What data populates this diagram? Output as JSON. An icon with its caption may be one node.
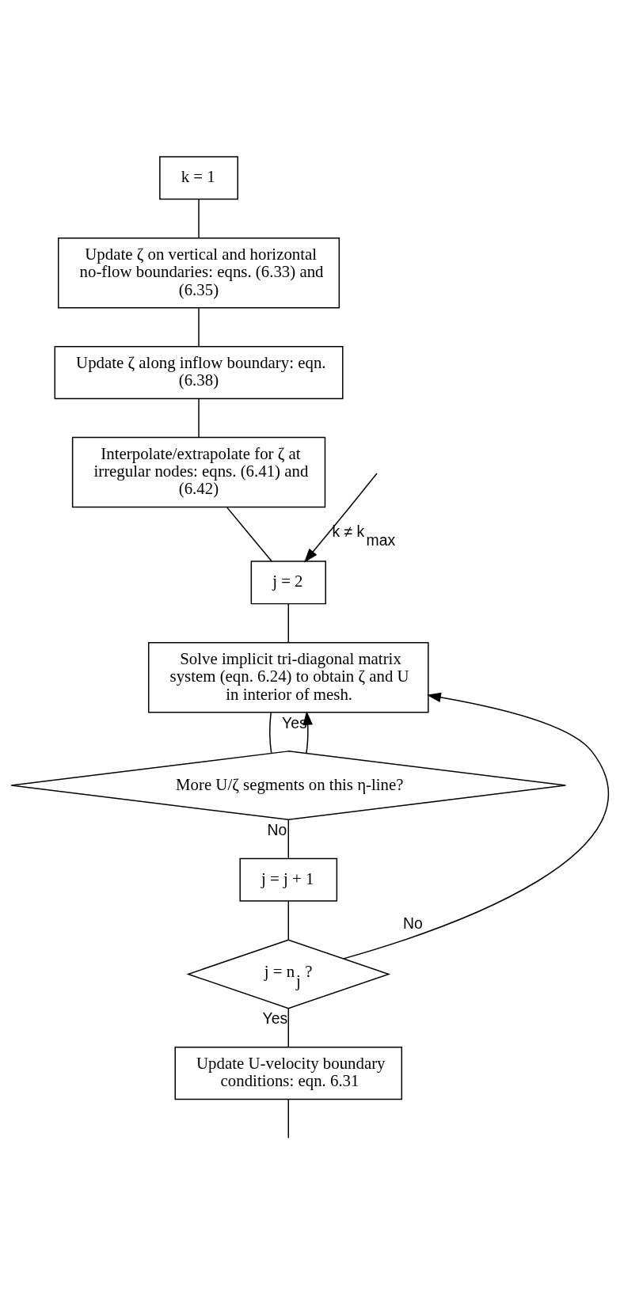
{
  "diagram": {
    "nodes": [
      {
        "text": [
          "k = 1"
        ]
      },
      {
        "text": [
          "Update ζ on vertical and horizontal no-flow boundaries: eqns. (6.33) and (6.35)"
        ]
      },
      {
        "text": [
          "Update ζ along inflow boundary: eqn. (6.38)"
        ]
      },
      {
        "text": [
          "Interpolate/extrapolate for ζ at irregular nodes: eqns. (6.41) and (6.42)"
        ]
      },
      {
        "text": [
          "j = 2"
        ]
      },
      {
        "text": [
          "Solve implicit tri-diagonal matrix system (eqn. 6.24) to obtain ζ and U in interior of mesh."
        ]
      },
      {
        "text": [
          "More U/ζ segments on this η-line?"
        ]
      },
      {
        "text": [
          "j = j + 1"
        ]
      },
      {
        "text": [
          "j = n$_{j}$ ?"
        ]
      },
      {
        "text": [
          "Update U-velocity boundary conditions: eqn. 6.31"
        ]
      }
    ],
    "edges": [
      {
        "from": 0,
        "to": 1,
        "arrow": "none"
      },
      {
        "from": 1,
        "to": 2,
        "arrow": "none"
      },
      {
        "from": 2,
        "to": 3,
        "arrow": "none"
      },
      {
        "from": 3,
        "to": 4,
        "arrow": "none"
      },
      {
        "from": null,
        "to": 4,
        "arrow": "to",
        "label": "k ≠ k$_{max}$"
      },
      {
        "from": 4,
        "to": 5,
        "arrow": "none"
      },
      {
        "from": 5,
        "to": 6,
        "arrow": "none"
      },
      {
        "from": 6,
        "to": 5,
        "arrow": "to",
        "label": "Yes"
      },
      {
        "from": 6,
        "to": 7,
        "arrow": "none",
        "label": "No"
      },
      {
        "from": 7,
        "to": 8,
        "arrow": "none"
      },
      {
        "from": 8,
        "to": 5,
        "arrow": "to",
        "label": "No"
      },
      {
        "from": 8,
        "to": 9,
        "arrow": "none",
        "label": "Yes"
      },
      {
        "from": 9,
        "to": null,
        "arrow": "none"
      }
    ]
  }
}
